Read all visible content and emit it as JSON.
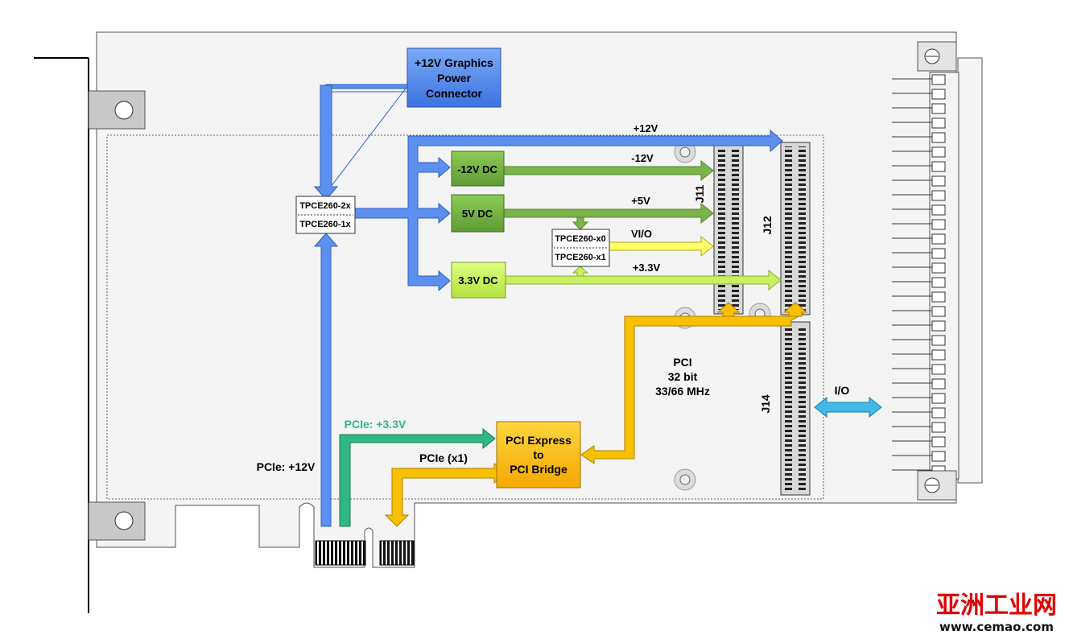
{
  "blocks": {
    "graphics_power": [
      "+12V Graphics",
      "Power",
      "Connector"
    ],
    "dc_m12": "-12V DC",
    "dc_5": "5V DC",
    "dc_33": "3.3V DC",
    "bridge": [
      "PCI Express",
      "to",
      "PCI Bridge"
    ],
    "tpce_a": [
      "TPCE260-2x",
      "TPCE260-1x"
    ],
    "tpce_b": [
      "TPCE260-x0",
      "TPCE260-x1"
    ]
  },
  "labels": {
    "p12v": "+12V",
    "m12v": "-12V",
    "p5v": "+5V",
    "vio": "VI/O",
    "p33v": "+3.3V",
    "pci_bus": [
      "PCI",
      "32 bit",
      "33/66 MHz"
    ],
    "pcie_12v": "PCIe: +12V",
    "pcie_33v": "PCIe: +3.3V",
    "pcie_x1": "PCIe (x1)",
    "io": "I/O"
  },
  "connectors": {
    "j11": "J11",
    "j12": "J12",
    "j14": "J14"
  },
  "watermark": {
    "cn": "亚洲工业网",
    "url": "www.cemao.com"
  },
  "colors": {
    "blue_arrow": "#5b8ff0",
    "green_dark": "#7cb34a",
    "green_light": "#c8f060",
    "yellow": "#ffff66",
    "orange": "#f8c000",
    "teal": "#2fb885",
    "cyan": "#40b8e8",
    "gp_box": "#4f86ea",
    "bridge_box": "#ffb800",
    "watermark_red": "#e00000"
  }
}
